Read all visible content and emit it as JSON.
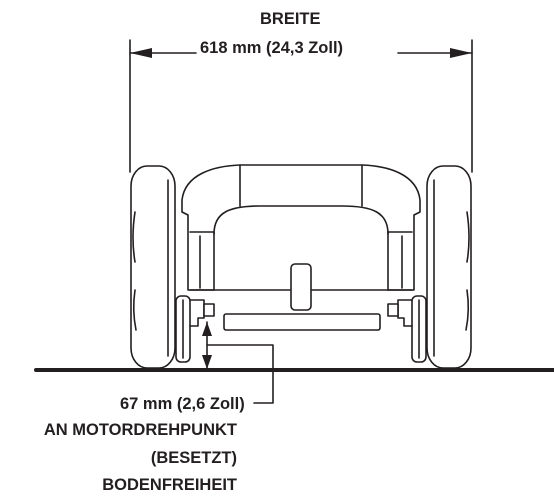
{
  "width_dimension": {
    "title": "BREITE",
    "value": "618 mm (24,3 Zoll)"
  },
  "ground_clearance": {
    "value": "67 mm (2,6 Zoll)",
    "line1": "AN MOTORDREHPUNKT",
    "line2": "(BESETZT)",
    "line3": "BODENFREIHEIT"
  },
  "colors": {
    "ink": "#231f20",
    "background": "#ffffff"
  }
}
